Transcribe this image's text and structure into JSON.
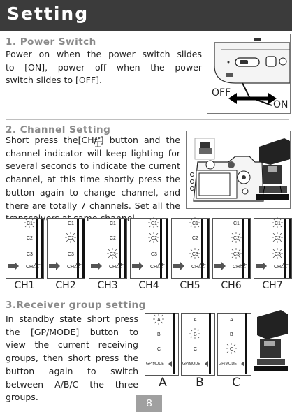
{
  "header": {
    "title": "Setting"
  },
  "power": {
    "heading": "1. Power Switch",
    "lines": [
      "Power on when the power switch slides",
      "to [ON], power off when the power",
      "switch slides to [OFF]."
    ],
    "figure": {
      "off_label": "OFF",
      "on_label": "ON"
    }
  },
  "channel": {
    "heading": "2. Channel Setting",
    "lines": [
      "Short press the[CH/  ] button and the",
      "channel indicator will keep lighting for",
      "several seconds to indicate the current",
      "channel, at this time shortly press the",
      "button again to change channel, and",
      "there are totally 7 channels. Set all the",
      "transceivers at same channel."
    ],
    "panel_labels": [
      "C1",
      "C2",
      "C3",
      "CH/"
    ],
    "panels": [
      "CH1",
      "CH2",
      "CH3",
      "CH4",
      "CH5",
      "CH6",
      "CH7"
    ]
  },
  "receiver": {
    "heading": "3.Receiver group setting",
    "lines": [
      "In standby state short press",
      "the [GP/MODE] button to",
      "view the current receiving",
      "groups, then short press the",
      "button again to switch",
      "between A/B/C the three",
      "groups."
    ],
    "panel_labels": [
      "A",
      "B",
      "C",
      "GP/MODE"
    ],
    "groups": [
      "A",
      "B",
      "C"
    ]
  },
  "page": {
    "number": "8"
  }
}
